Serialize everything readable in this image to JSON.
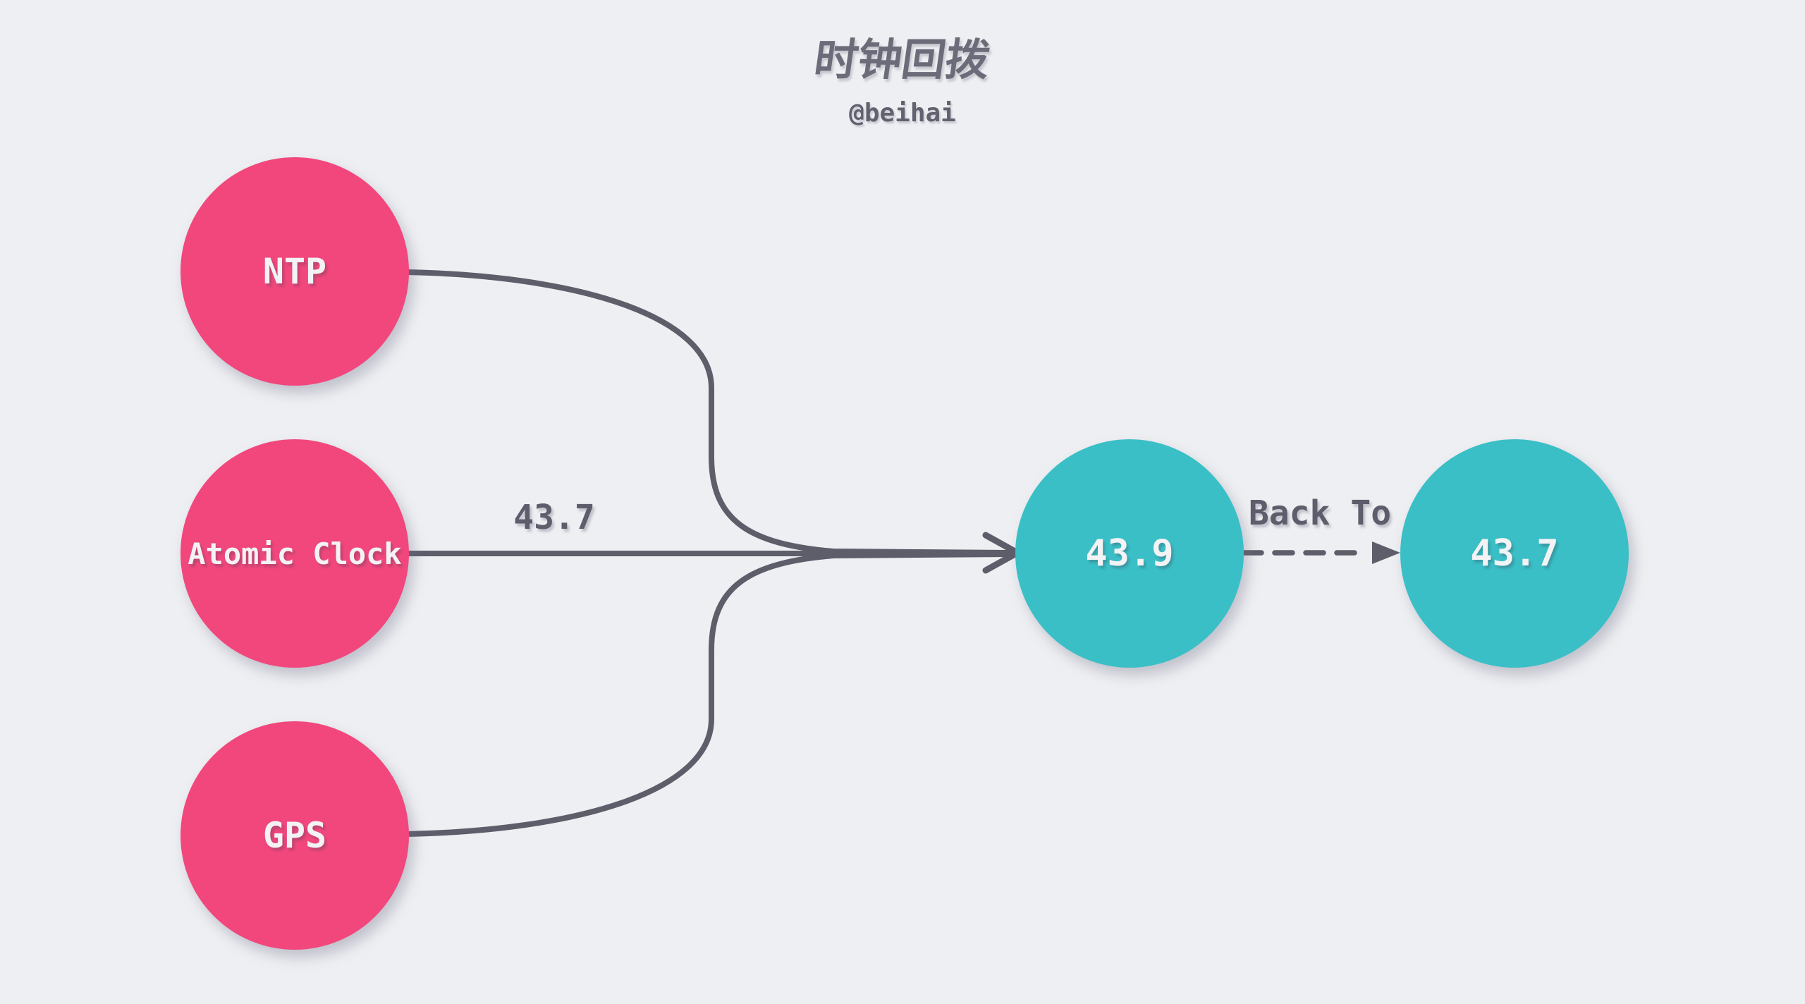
{
  "title": "时钟回拨",
  "subtitle": "@beihai",
  "diagram": {
    "source_nodes": [
      {
        "id": "ntp",
        "label": "NTP"
      },
      {
        "id": "atomic-clock",
        "label": "Atomic Clock"
      },
      {
        "id": "gps",
        "label": "GPS"
      }
    ],
    "target_nodes": [
      {
        "id": "merged-time",
        "label": "43.9"
      },
      {
        "id": "rollback-time",
        "label": "43.7"
      }
    ],
    "edge_labels": {
      "atomic_to_merged": "43.7",
      "merged_to_rollback": "Back To"
    },
    "edges": [
      {
        "from": "NTP",
        "to": "43.9",
        "style": "solid-curve"
      },
      {
        "from": "Atomic Clock",
        "to": "43.9",
        "style": "solid-arrow",
        "label": "43.7"
      },
      {
        "from": "GPS",
        "to": "43.9",
        "style": "solid-curve"
      },
      {
        "from": "43.9",
        "to": "43.7",
        "style": "dashed-arrow",
        "label": "Back To"
      }
    ]
  },
  "colors": {
    "background": "#eeeff2",
    "source_node": "#f1477c",
    "target_node": "#3abfc6",
    "edge": "#5e5d6a",
    "edge_label": "#5e5d6c",
    "title": "#6c6b79",
    "node_text": "#f3f3f5"
  }
}
